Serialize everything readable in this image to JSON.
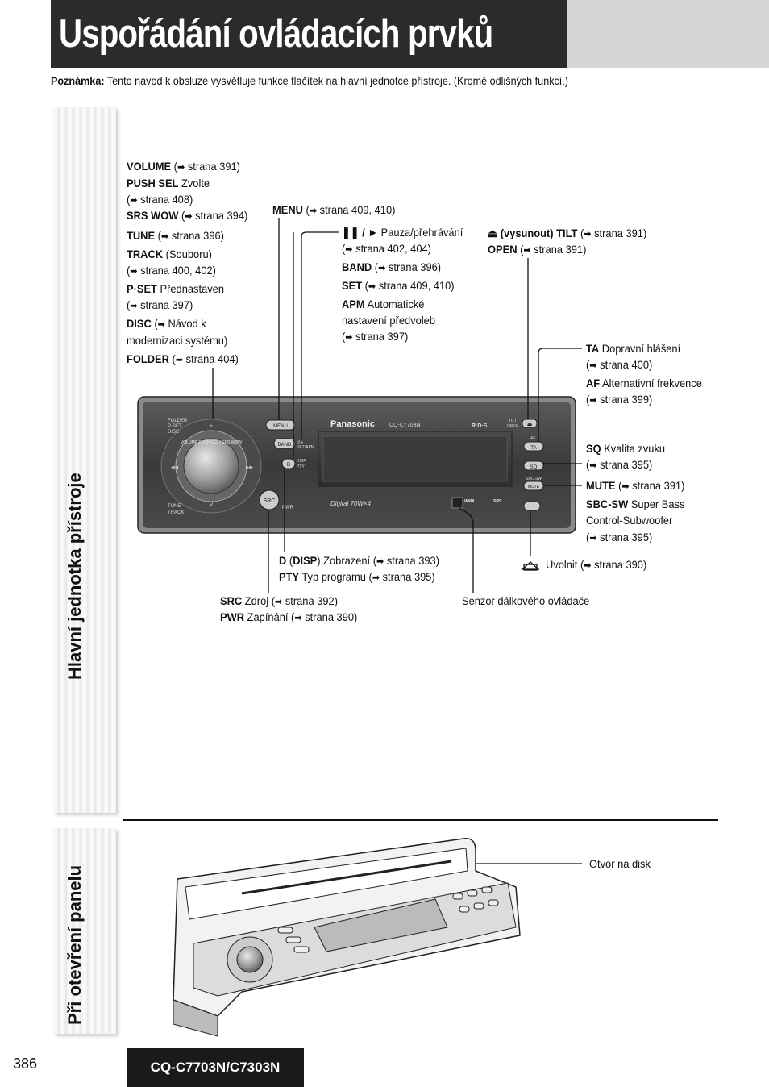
{
  "title": "Uspořádání ovládacích prvků",
  "note": {
    "label": "Poznámka:",
    "text": " Tento návod k obsluze vysvětluje funkce tlačítek na hlavní jednotce přístroje. (Kromě odlišných funkcí.)"
  },
  "sections": {
    "main_unit": "Hlavní jednotka přístroje",
    "open_panel": "Při otevření panelu"
  },
  "arrow": "➡",
  "labels_left": {
    "volume": {
      "b": "VOLUME",
      "t": " (",
      "r": " strana 391)"
    },
    "pushsel": {
      "b": "PUSH SEL",
      "t": " Zvolte"
    },
    "pushsel2": {
      "t": "(",
      "r": " strana 408)"
    },
    "srswow": {
      "b": "SRS WOW",
      "t": " (",
      "r": " strana 394)"
    },
    "tune": {
      "b": "TUNE",
      "t": " (",
      "r": " strana 396)"
    },
    "track": {
      "b": "TRACK",
      "t": " (Souboru)"
    },
    "track2": {
      "t": "(",
      "r": " strana 400, 402)"
    },
    "pset": {
      "b": "P·SET",
      "t": " Přednastaven"
    },
    "pset2": {
      "t": "(",
      "r": " strana 397)"
    },
    "disc": {
      "b": "DISC",
      "t": " (",
      "r": " Návod k"
    },
    "disc2": {
      "t": "modernizaci systému)"
    },
    "folder": {
      "b": "FOLDER",
      "t": " (",
      "r": " strana 404)"
    }
  },
  "labels_mid": {
    "menu": {
      "b": "MENU",
      "t": " (",
      "r": " strana 409, 410)"
    },
    "pause": {
      "b": "❚❚ / ►",
      "t": " Pauza/přehrávání"
    },
    "pause2": {
      "t": "(",
      "r": " strana 402, 404)"
    },
    "band": {
      "b": "BAND",
      "t": " (",
      "r": " strana 396)"
    },
    "set": {
      "b": "SET",
      "t": " (",
      "r": " strana 409, 410)"
    },
    "apm": {
      "b": "APM",
      "t": " Automatické"
    },
    "apm2": {
      "t": "nastavení předvoleb"
    },
    "apm3": {
      "t": "(",
      "r": " strana 397)"
    }
  },
  "labels_right": {
    "tilt": {
      "b": "⏏ (vysunout) TILT",
      "t": " (",
      "r": " strana 391)"
    },
    "open": {
      "b": "OPEN",
      "t": " (",
      "r": " strana 391)"
    },
    "ta": {
      "b": "TA",
      "t": " Dopravní hlášení"
    },
    "ta2": {
      "t": "(",
      "r": " strana 400)"
    },
    "af": {
      "b": "AF",
      "t": " Alternativní frekvence"
    },
    "af2": {
      "t": "(",
      "r": " strana 399)"
    },
    "sq": {
      "b": "SQ",
      "t": " Kvalita zvuku"
    },
    "sq2": {
      "t": "(",
      "r": " strana 395)"
    },
    "mute": {
      "b": "MUTE",
      "t": " (",
      "r": " strana 391)"
    },
    "sbc": {
      "b": "SBC-SW",
      "t": " Super Bass"
    },
    "sbc2": {
      "t": "Control-Subwoofer"
    },
    "sbc3": {
      "t": "(",
      "r": " strana 395)"
    },
    "release": {
      "t": "Uvolnit (",
      "r": " strana 390)"
    }
  },
  "labels_bottom": {
    "disp": {
      "b1": "D",
      "t1": " (",
      "b2": "DISP",
      "t2": ") Zobrazení (",
      "r": " strana 393)"
    },
    "pty": {
      "b": "PTY",
      "t": " Typ programu (",
      "r": " strana 395)"
    },
    "src": {
      "b": "SRC",
      "t": " Zdroj (",
      "r": " strana 392)"
    },
    "pwr": {
      "b": "PWR",
      "t": " Zapínání (",
      "r": " strana 390)"
    },
    "sensor": {
      "t": "Senzor dálkového ovládače"
    },
    "disk_slot": {
      "t": "Otvor na disk"
    }
  },
  "device": {
    "brand": "Panasonic",
    "model": "CQ-C7703N",
    "rds": "R·D·S",
    "digital": "Digital 70W×4",
    "btn_menu": "MENU",
    "btn_band": "BAND",
    "btn_d": "D",
    "btn_src": "SRC",
    "btn_ta": "TA",
    "btn_sq": "SQ",
    "btn_mute": "MUTE",
    "txt_tilt": "TILT",
    "txt_open": "OPEN",
    "txt_af": "AF",
    "txt_sbcsw": "SBC-SW",
    "txt_setapm": "SET/APM",
    "txt_disp": "DISP",
    "txt_pty": "PTY",
    "txt_pwr": "PWR",
    "txt_folder": "FOLDER",
    "txt_pset": "P·SET",
    "txt_disc": "DISC",
    "txt_tune": "TUNE",
    "txt_track": "TRACK",
    "knob_text": "VOLUME PUSH SEL / SRS WOW",
    "wma": "WMA",
    "srs": "SRS"
  },
  "footer": {
    "page": "386",
    "model": "CQ-C7703N/C7303N"
  }
}
